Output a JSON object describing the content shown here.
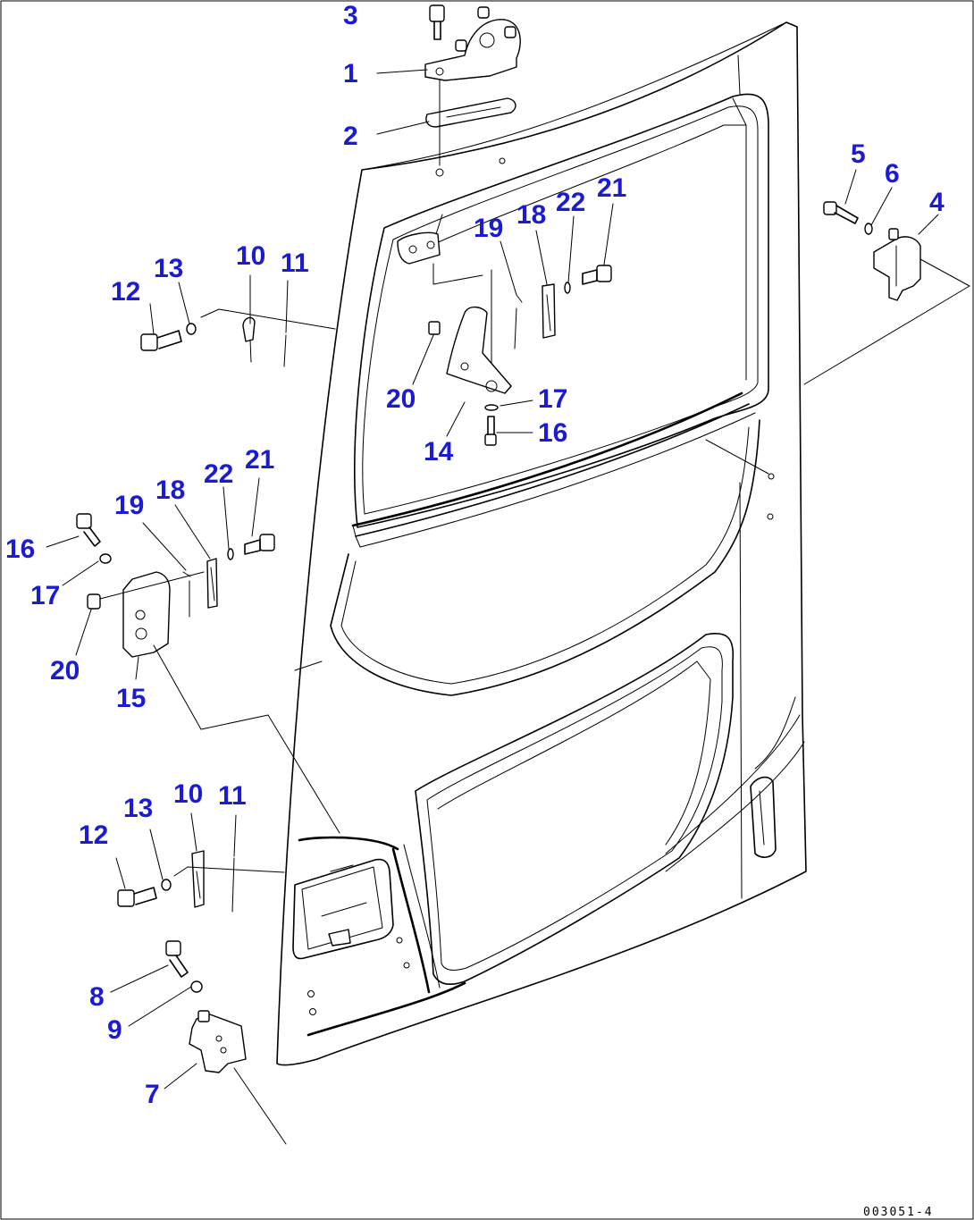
{
  "drawing_number": "003051-4",
  "callouts": [
    {
      "id": "c3a",
      "label": "3"
    },
    {
      "id": "c1a",
      "label": "1"
    },
    {
      "id": "c2a",
      "label": "2"
    },
    {
      "id": "c5a",
      "label": "5"
    },
    {
      "id": "c6a",
      "label": "6"
    },
    {
      "id": "c4a",
      "label": "4"
    },
    {
      "id": "c21a",
      "label": "21"
    },
    {
      "id": "c22a",
      "label": "22"
    },
    {
      "id": "c18a",
      "label": "18"
    },
    {
      "id": "c19a",
      "label": "19"
    },
    {
      "id": "c10a",
      "label": "10"
    },
    {
      "id": "c11a",
      "label": "11"
    },
    {
      "id": "c13a",
      "label": "13"
    },
    {
      "id": "c12a",
      "label": "12"
    },
    {
      "id": "c20a",
      "label": "20"
    },
    {
      "id": "c17a",
      "label": "17"
    },
    {
      "id": "c16a",
      "label": "16"
    },
    {
      "id": "c14a",
      "label": "14"
    },
    {
      "id": "c21b",
      "label": "21"
    },
    {
      "id": "c22b",
      "label": "22"
    },
    {
      "id": "c18b",
      "label": "18"
    },
    {
      "id": "c19b",
      "label": "19"
    },
    {
      "id": "c16b",
      "label": "16"
    },
    {
      "id": "c17b",
      "label": "17"
    },
    {
      "id": "c20b",
      "label": "20"
    },
    {
      "id": "c15a",
      "label": "15"
    },
    {
      "id": "c10b",
      "label": "10"
    },
    {
      "id": "c11b",
      "label": "11"
    },
    {
      "id": "c13b",
      "label": "13"
    },
    {
      "id": "c12b",
      "label": "12"
    },
    {
      "id": "c8a",
      "label": "8"
    },
    {
      "id": "c9a",
      "label": "9"
    },
    {
      "id": "c7a",
      "label": "7"
    }
  ]
}
